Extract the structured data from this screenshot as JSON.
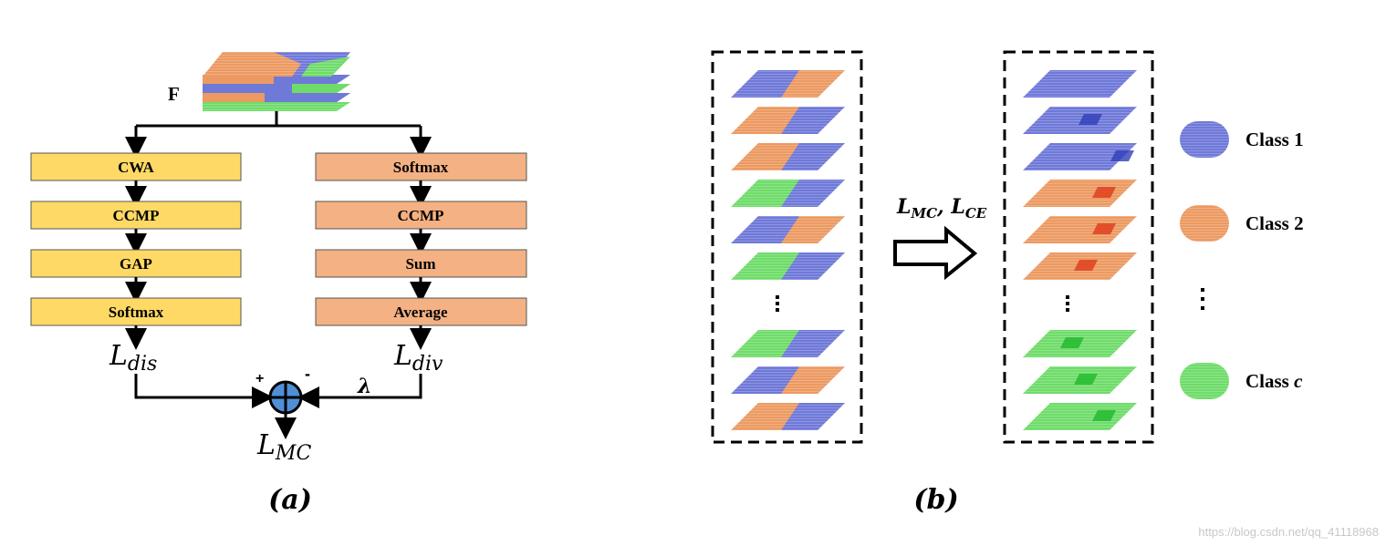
{
  "panel_a": {
    "feature_label": "F",
    "left_blocks": [
      "CWA",
      "CCMP",
      "GAP",
      "Softmax"
    ],
    "right_blocks": [
      "Softmax",
      "CCMP",
      "Sum",
      "Average"
    ],
    "loss_dis": {
      "base": "L",
      "sub": "dis"
    },
    "loss_div": {
      "base": "L",
      "sub": "div"
    },
    "plus_sign": "+",
    "minus_sign": "-",
    "lambda": "λ",
    "loss_mc": {
      "base": "L",
      "sub": "MC"
    },
    "caption": "(a)"
  },
  "panel_b": {
    "arrow_label": {
      "l1": "L",
      "s1": "MC",
      "sep": ", ",
      "l2": "L",
      "s2": "CE"
    },
    "legend": [
      {
        "label": "Class 1",
        "color": "#6f79d8"
      },
      {
        "label": "Class 2",
        "color": "#ec9a62"
      },
      {
        "label": "Class ",
        "italic": "c",
        "color": "#6fdc6a"
      }
    ],
    "caption": "(b)"
  },
  "colors": {
    "yellow_block": "#ffd966",
    "orange_block": "#f4b183",
    "blue": "#6f79d8",
    "orange": "#ec9a62",
    "green": "#6fdc6a",
    "sum_node": "#4f8fd6"
  },
  "watermark": "https://blog.csdn.net/qq_41118968"
}
